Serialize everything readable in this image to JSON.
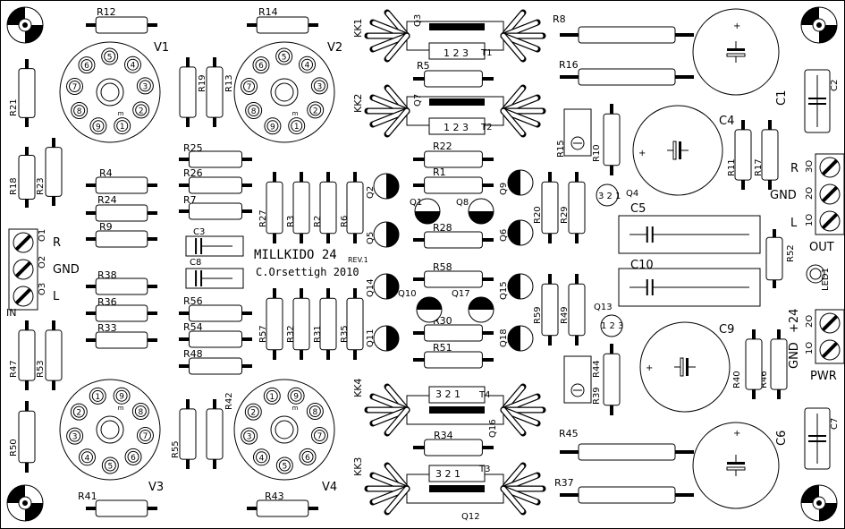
{
  "board": {
    "title": "MILLKIDO 24",
    "revision": "REV.1",
    "author": "C.Orsettigh 2010"
  },
  "resistors_h": [
    {
      "ref": "R12"
    },
    {
      "ref": "R14"
    },
    {
      "ref": "R8"
    },
    {
      "ref": "R16"
    },
    {
      "ref": "R25"
    },
    {
      "ref": "R26"
    },
    {
      "ref": "R7"
    },
    {
      "ref": "R4"
    },
    {
      "ref": "R24"
    },
    {
      "ref": "R9"
    },
    {
      "ref": "R38"
    },
    {
      "ref": "R36"
    },
    {
      "ref": "R33"
    },
    {
      "ref": "R56"
    },
    {
      "ref": "R54"
    },
    {
      "ref": "R48"
    },
    {
      "ref": "R22"
    },
    {
      "ref": "R1"
    },
    {
      "ref": "R28"
    },
    {
      "ref": "R58"
    },
    {
      "ref": "R30"
    },
    {
      "ref": "R51"
    },
    {
      "ref": "R5"
    },
    {
      "ref": "R34"
    },
    {
      "ref": "R45"
    },
    {
      "ref": "R37"
    },
    {
      "ref": "R41"
    },
    {
      "ref": "R43"
    }
  ],
  "resistors_v": [
    {
      "ref": "R21"
    },
    {
      "ref": "R18"
    },
    {
      "ref": "R23"
    },
    {
      "ref": "R19"
    },
    {
      "ref": "R13"
    },
    {
      "ref": "R27"
    },
    {
      "ref": "R3"
    },
    {
      "ref": "R2"
    },
    {
      "ref": "R6"
    },
    {
      "ref": "R57"
    },
    {
      "ref": "R32"
    },
    {
      "ref": "R31"
    },
    {
      "ref": "R35"
    },
    {
      "ref": "R20"
    },
    {
      "ref": "R29"
    },
    {
      "ref": "R59"
    },
    {
      "ref": "R49"
    },
    {
      "ref": "R10"
    },
    {
      "ref": "R11"
    },
    {
      "ref": "R17"
    },
    {
      "ref": "R52"
    },
    {
      "ref": "R47"
    },
    {
      "ref": "R53"
    },
    {
      "ref": "R50"
    },
    {
      "ref": "R55"
    },
    {
      "ref": "R42"
    },
    {
      "ref": "R39"
    },
    {
      "ref": "R40"
    },
    {
      "ref": "R46"
    }
  ],
  "tubes": [
    {
      "ref": "V1",
      "pins": [
        "1",
        "2",
        "3",
        "4",
        "5",
        "6",
        "7",
        "8",
        "9"
      ],
      "key": "m"
    },
    {
      "ref": "V2",
      "pins": [
        "1",
        "2",
        "3",
        "4",
        "5",
        "6",
        "7",
        "8",
        "9"
      ],
      "key": "m"
    },
    {
      "ref": "V3",
      "pins": [
        "1",
        "2",
        "3",
        "4",
        "5",
        "6",
        "7",
        "8",
        "9"
      ],
      "key": "m"
    },
    {
      "ref": "V4",
      "pins": [
        "1",
        "2",
        "3",
        "4",
        "5",
        "6",
        "7",
        "8",
        "9"
      ],
      "key": "m"
    }
  ],
  "heatsinks": [
    {
      "ref": "KK1",
      "transistor": "Q3",
      "tbox": "T1",
      "pins": "1 2 3"
    },
    {
      "ref": "KK2",
      "transistor": "Q7",
      "tbox": "T2",
      "pins": "1 2 3"
    },
    {
      "ref": "KK4",
      "transistor": "Q16",
      "tbox": "T4",
      "pins": "3 2 1"
    },
    {
      "ref": "KK3",
      "transistor": "Q12",
      "tbox": "T3",
      "pins": "3 2 1"
    }
  ],
  "transistors": [
    "Q2",
    "Q1",
    "Q8",
    "Q9",
    "Q5",
    "Q6",
    "Q14",
    "Q10",
    "Q17",
    "Q15",
    "Q11",
    "Q18"
  ],
  "small_tr": [
    {
      "ref": "Q4",
      "pins": "3 2 1"
    },
    {
      "ref": "Q13",
      "pins": "1 2 3"
    }
  ],
  "caps_electro": [
    {
      "ref": "C1",
      "polarity": "+"
    },
    {
      "ref": "C4",
      "polarity": "+"
    },
    {
      "ref": "C9",
      "polarity": "+"
    },
    {
      "ref": "C6",
      "polarity": "+"
    }
  ],
  "caps_film": [
    "C2",
    "C7"
  ],
  "caps_box": [
    "C5",
    "C10",
    "C3",
    "C8"
  ],
  "trimmers": [
    "R15",
    "R44"
  ],
  "led": "LED1",
  "connectors": {
    "in": {
      "label": "IN",
      "pins": [
        "O1",
        "O2",
        "O3"
      ],
      "names": [
        "R",
        "GND",
        "L"
      ]
    },
    "out": {
      "label": "OUT",
      "pins": [
        "3O",
        "2O",
        "1O"
      ],
      "names": [
        "R",
        "GND",
        "L"
      ]
    },
    "pwr": {
      "label": "PWR",
      "pins": [
        "2O",
        "1O"
      ],
      "names": [
        "+24",
        "GND"
      ]
    }
  }
}
